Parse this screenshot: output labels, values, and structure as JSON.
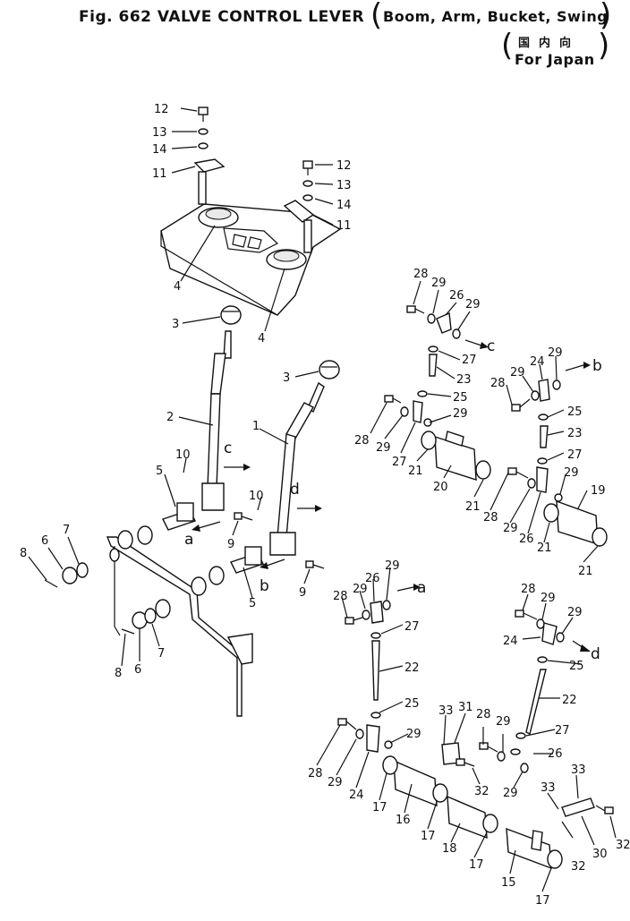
{
  "header": {
    "title": "Fig. 662 VALVE CONTROL LEVER",
    "subtitle": "Boom, Arm, Bucket, Swing",
    "market": "For Japan",
    "market_jp": "国内向"
  },
  "callouts": [
    {
      "id": "c12a",
      "text": "12"
    },
    {
      "id": "c13a",
      "text": "13"
    },
    {
      "id": "c14a",
      "text": "14"
    },
    {
      "id": "c11a",
      "text": "11"
    },
    {
      "id": "c12b",
      "text": "12"
    },
    {
      "id": "c13b",
      "text": "13"
    },
    {
      "id": "c14b",
      "text": "14"
    },
    {
      "id": "c11b",
      "text": "11"
    },
    {
      "id": "c4a",
      "text": "4"
    },
    {
      "id": "c4b",
      "text": "4"
    },
    {
      "id": "c3a",
      "text": "3"
    },
    {
      "id": "c3b",
      "text": "3"
    },
    {
      "id": "c2",
      "text": "2"
    },
    {
      "id": "c1",
      "text": "1"
    },
    {
      "id": "c10a",
      "text": "10"
    },
    {
      "id": "c10b",
      "text": "10"
    },
    {
      "id": "c5a",
      "text": "5"
    },
    {
      "id": "c5b",
      "text": "5"
    },
    {
      "id": "c9a",
      "text": "9"
    },
    {
      "id": "c9b",
      "text": "9"
    },
    {
      "id": "c6a",
      "text": "6"
    },
    {
      "id": "c7a",
      "text": "7"
    },
    {
      "id": "c8a",
      "text": "8"
    },
    {
      "id": "c6b",
      "text": "6"
    },
    {
      "id": "c7b",
      "text": "7"
    },
    {
      "id": "c8b",
      "text": "8"
    },
    {
      "id": "c28a",
      "text": "28"
    },
    {
      "id": "c29a",
      "text": "29"
    },
    {
      "id": "c26a",
      "text": "26"
    },
    {
      "id": "c29b",
      "text": "29"
    },
    {
      "id": "c27a",
      "text": "27"
    },
    {
      "id": "c23a",
      "text": "23"
    },
    {
      "id": "c25a",
      "text": "25"
    },
    {
      "id": "c29c",
      "text": "29"
    },
    {
      "id": "c28b",
      "text": "28"
    },
    {
      "id": "c29d",
      "text": "29"
    },
    {
      "id": "c27b",
      "text": "27"
    },
    {
      "id": "c21a",
      "text": "21"
    },
    {
      "id": "c20",
      "text": "20"
    },
    {
      "id": "c21b",
      "text": "21"
    },
    {
      "id": "c28c",
      "text": "28"
    },
    {
      "id": "c29e",
      "text": "29"
    },
    {
      "id": "c24a",
      "text": "24"
    },
    {
      "id": "c29f",
      "text": "29"
    },
    {
      "id": "c25b",
      "text": "25"
    },
    {
      "id": "c23b",
      "text": "23"
    },
    {
      "id": "c27c",
      "text": "27"
    },
    {
      "id": "c28d",
      "text": "28"
    },
    {
      "id": "c29g",
      "text": "29"
    },
    {
      "id": "c29h",
      "text": "29"
    },
    {
      "id": "c19",
      "text": "19"
    },
    {
      "id": "c26b",
      "text": "26"
    },
    {
      "id": "c21c",
      "text": "21"
    },
    {
      "id": "c21d",
      "text": "21"
    },
    {
      "id": "c28e",
      "text": "28"
    },
    {
      "id": "c29i",
      "text": "29"
    },
    {
      "id": "c26c",
      "text": "26"
    },
    {
      "id": "c29j",
      "text": "29"
    },
    {
      "id": "c27d",
      "text": "27"
    },
    {
      "id": "c22a",
      "text": "22"
    },
    {
      "id": "c25c",
      "text": "25"
    },
    {
      "id": "c28f",
      "text": "28"
    },
    {
      "id": "c29k",
      "text": "29"
    },
    {
      "id": "c24b",
      "text": "24"
    },
    {
      "id": "c29l",
      "text": "29"
    },
    {
      "id": "c17a",
      "text": "17"
    },
    {
      "id": "c16",
      "text": "16"
    },
    {
      "id": "c17b",
      "text": "17"
    },
    {
      "id": "c33a",
      "text": "33"
    },
    {
      "id": "c31",
      "text": "31"
    },
    {
      "id": "c32a",
      "text": "32"
    },
    {
      "id": "c18",
      "text": "18"
    },
    {
      "id": "c17c",
      "text": "17"
    },
    {
      "id": "c28g",
      "text": "28"
    },
    {
      "id": "c29m",
      "text": "29"
    },
    {
      "id": "c29n",
      "text": "29"
    },
    {
      "id": "c24c",
      "text": "24"
    },
    {
      "id": "c25d",
      "text": "25"
    },
    {
      "id": "c22b",
      "text": "22"
    },
    {
      "id": "c27e",
      "text": "27"
    },
    {
      "id": "c28h",
      "text": "28"
    },
    {
      "id": "c29o",
      "text": "29"
    },
    {
      "id": "c26d",
      "text": "26"
    },
    {
      "id": "c29p",
      "text": "29"
    },
    {
      "id": "c33b",
      "text": "33"
    },
    {
      "id": "c33c",
      "text": "33"
    },
    {
      "id": "c32b",
      "text": "32"
    },
    {
      "id": "c30",
      "text": "30"
    },
    {
      "id": "c32c",
      "text": "32"
    },
    {
      "id": "c15",
      "text": "15"
    },
    {
      "id": "c17d",
      "text": "17"
    }
  ],
  "refs": [
    {
      "id": "ra1",
      "text": "a"
    },
    {
      "id": "ra2",
      "text": "a"
    },
    {
      "id": "rb1",
      "text": "b"
    },
    {
      "id": "rb2",
      "text": "b"
    },
    {
      "id": "rc1",
      "text": "c"
    },
    {
      "id": "rc2",
      "text": "c"
    },
    {
      "id": "rd1",
      "text": "d"
    },
    {
      "id": "rd2",
      "text": "d"
    }
  ]
}
